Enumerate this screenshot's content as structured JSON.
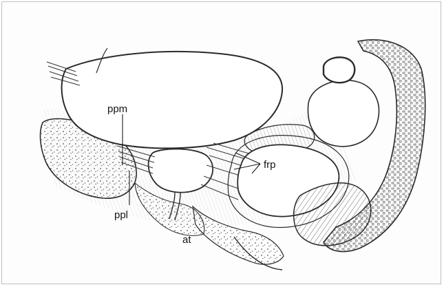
{
  "labels": {
    "ppm": "ppm",
    "ppl": "ppl",
    "frp": "frp",
    "at": "at"
  },
  "colors": {
    "ink": "#2a2a2a",
    "paper": "#fdfdfd",
    "frame": "#bdbdbd"
  }
}
